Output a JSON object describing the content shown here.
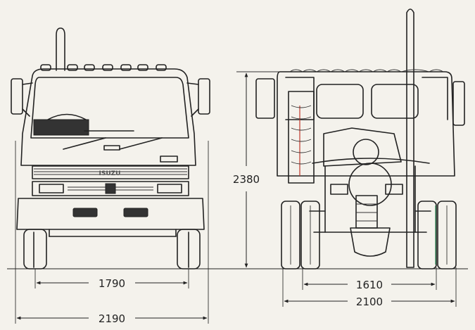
{
  "dimensions": {
    "front_track": "1790",
    "front_overall_width": "2190",
    "cab_height": "2380",
    "rear_track": "1610",
    "rear_overall_width": "2100"
  },
  "grille_badge": "ISUZU"
}
